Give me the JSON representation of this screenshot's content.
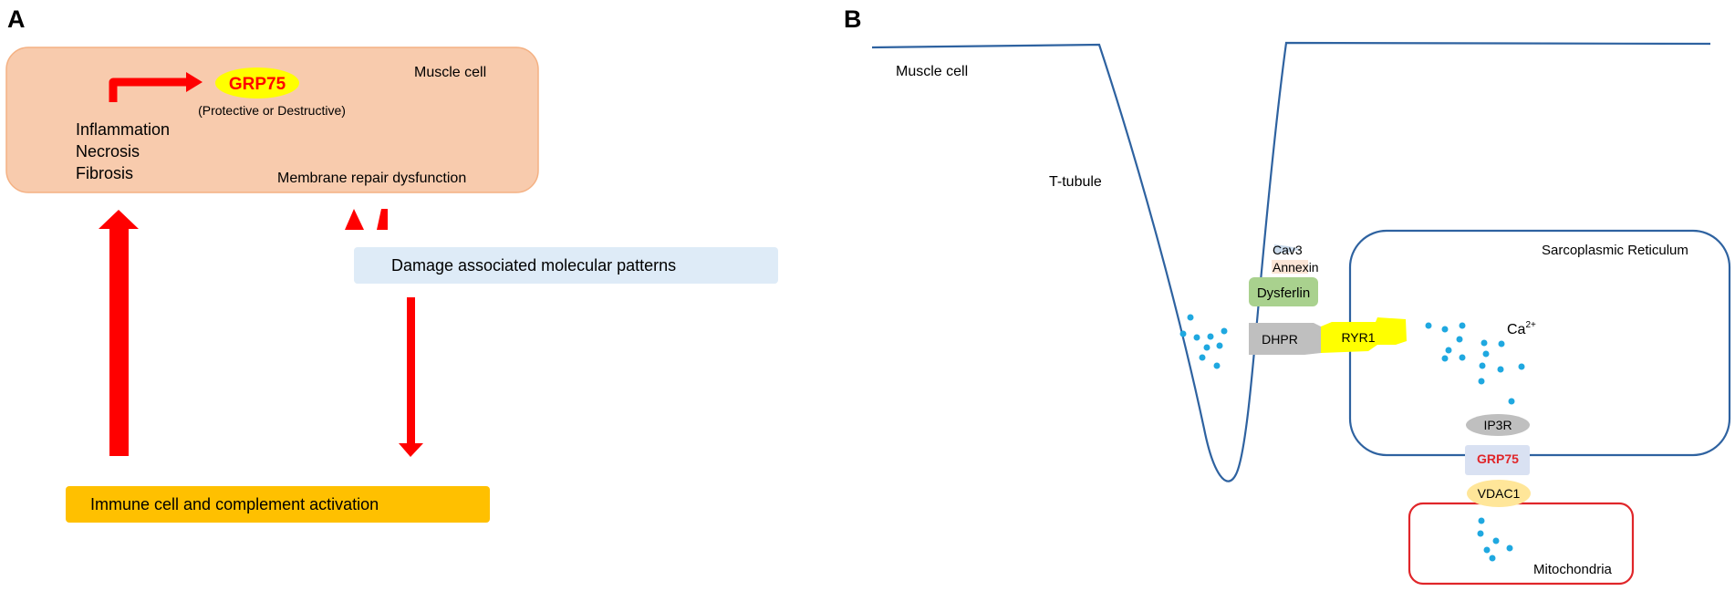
{
  "panels": {
    "a": {
      "label": "A",
      "cell_label": "Muscle cell",
      "grp75_label": "GRP75",
      "grp75_note": "(Protective or Destructive)",
      "effects": [
        "Inflammation",
        "Necrosis",
        "Fibrosis"
      ],
      "membrane_label": "Membrane repair dysfunction",
      "damp_label": "Damage associated molecular patterns",
      "immune_label": "Immune cell and complement activation",
      "colors": {
        "cell_fill": "#f8cbad",
        "damp_fill": "#deebf7",
        "immune_fill": "#ffc000",
        "arrow": "#ff0000",
        "grp75_fill": "#ffff00",
        "grp75_text": "#ff0000"
      }
    },
    "b": {
      "label": "B",
      "cell_label": "Muscle cell",
      "ttubule_label": "T-tubule",
      "sr_label": "Sarcoplasmic Reticulum",
      "mito_label": "Mitochondria",
      "ion_label": "Ca",
      "ion_charge": "2+",
      "proteins": {
        "cav3": "Cav3",
        "annexin": "Annexin",
        "dysferlin": "Dysferlin",
        "dhpr": "DHPR",
        "ryr1": "RYR1",
        "ip3r": "IP3R",
        "grp75": "GRP75",
        "vdac1": "VDAC1"
      },
      "colors": {
        "membrane": "#2e62a0",
        "mito_border": "#e0262a",
        "calcium": "#1fa8e0",
        "dysferlin": "#a9d18e",
        "dhpr": "#bfbfbf",
        "ryr1": "#ffff00",
        "ip3r": "#bfbfbf",
        "grp75_box": "#d9e1f2",
        "grp75_text": "#e0262a",
        "vdac1": "#ffe699",
        "cav3": "#c9d9ea",
        "annexin": "#fbe5d6"
      }
    }
  }
}
